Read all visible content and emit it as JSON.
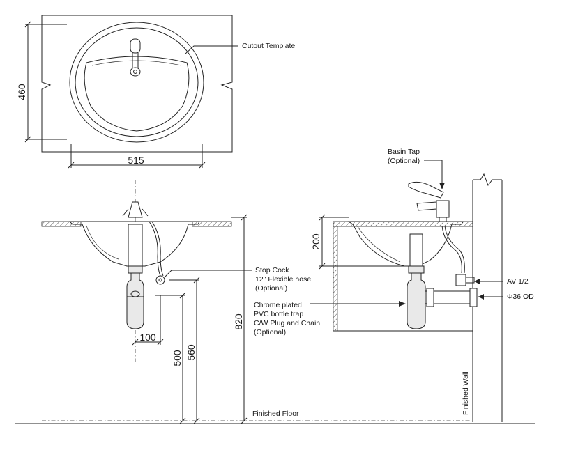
{
  "dimensions": {
    "width": "515",
    "depth": "460",
    "bowl_depth": "200",
    "rim_height": "820",
    "tap_height": "560",
    "outlet_height": "500",
    "offset": "100"
  },
  "labels": {
    "cutout_template": "Cutout Template",
    "basin_tap_1": "Basin Tap",
    "basin_tap_2": "(Optional)",
    "stop_cock_1": "Stop Cock+",
    "stop_cock_2": "12\" Flexible hose",
    "stop_cock_3": "(Optional)",
    "trap_1": "Chrome plated",
    "trap_2": "PVC bottle trap",
    "trap_3": "C/W Plug and Chain",
    "trap_4": "(Optional)",
    "av": "AV 1/2",
    "od": "Φ36 OD",
    "finished_floor": "Finished Floor",
    "finished_wall": "Finished Wall"
  }
}
